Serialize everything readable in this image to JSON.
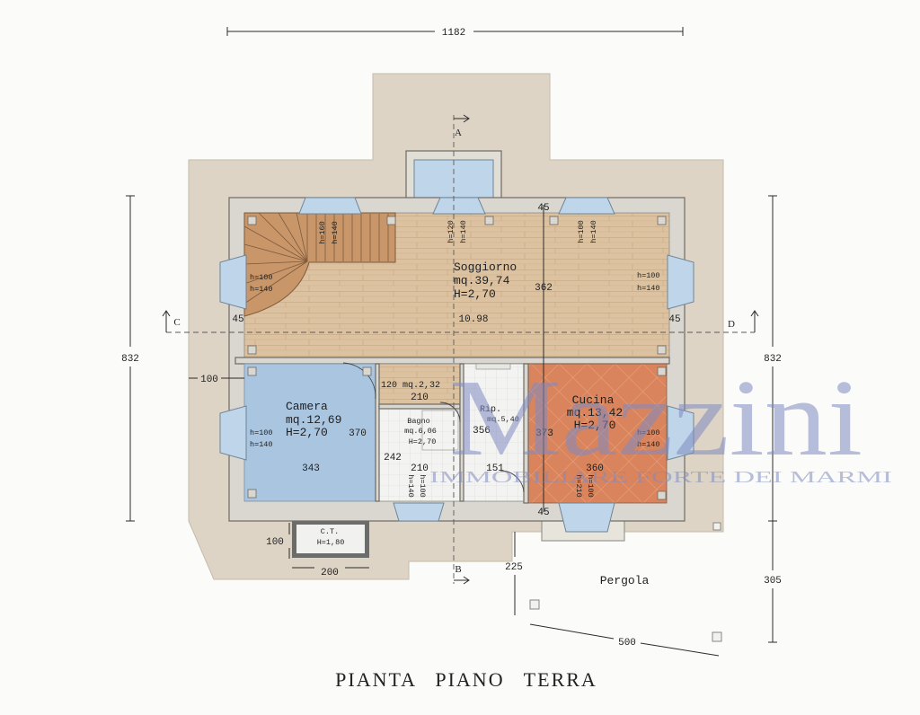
{
  "title": "PIANTA PIANO TERRA",
  "sections": {
    "a": "A",
    "b": "B",
    "c": "C",
    "d": "D"
  },
  "dimensions": {
    "overall_width": "1182",
    "overall_depth_left": "832",
    "overall_depth_right": "832",
    "pergola_depth": "305",
    "pergola_width": "500",
    "camera_offset": "100",
    "ct_offset": "100",
    "ct_width": "200",
    "ct_to_pergola": "225",
    "wall_top": "45",
    "wall_left": "45",
    "wall_right": "45",
    "wall_bottom": "45",
    "soggiorno_width": "10.98",
    "soggiorno_depth": "362"
  },
  "rooms": {
    "soggiorno": {
      "name": "Soggiorno",
      "area": "mq.39,74",
      "height": "H=2,70"
    },
    "camera": {
      "name": "Camera",
      "area": "mq.12,69",
      "height": "H=2,70",
      "depth": "370",
      "width": "343"
    },
    "disimpegno": {
      "label": "120 mq.2,32",
      "width": "210"
    },
    "bagno": {
      "name": "Bagno",
      "area": "mq.6,06",
      "height": "H=2,70",
      "depth": "242",
      "width": "210"
    },
    "ripostiglio": {
      "name": "Rip.",
      "area": "mq.5,40",
      "depth": "356",
      "width": "151"
    },
    "cucina": {
      "name": "Cucina",
      "area": "mq.13,42",
      "height": "H=2,70",
      "depth": "373",
      "width": "360"
    },
    "centrale_termica": {
      "name": "C.T.",
      "height": "H=1,80"
    },
    "pergola": {
      "name": "Pergola"
    }
  },
  "windows": {
    "stair": [
      "h=160",
      "h=140"
    ],
    "top_center": [
      "h=120",
      "h=140"
    ],
    "top_right": [
      "h=100",
      "h=140"
    ],
    "soggiorno_left": [
      "h=100",
      "h=140"
    ],
    "soggiorno_right": [
      "h=100",
      "h=140"
    ],
    "camera_left": [
      "h=100",
      "h=140"
    ],
    "cucina_right": [
      "h=100",
      "h=140"
    ],
    "bagno_bottom": [
      "h=140",
      "h=100"
    ],
    "cucina_bottom": [
      "h=210",
      "h=100"
    ]
  },
  "watermark": {
    "name": "Mazzini",
    "tagline": "IMMOBILIARE FORTE DEI MARMI"
  },
  "colors": {
    "site": "#ddd4c5",
    "wall": "#d9d7d0",
    "wood": "#dcc2a0",
    "stair": "#c9966a",
    "camera": "#a9c5e0",
    "cucina": "#d9845c",
    "tile": "#f3f3f1",
    "window": "#bfd6ea",
    "watermark": "#7f8bc2"
  }
}
